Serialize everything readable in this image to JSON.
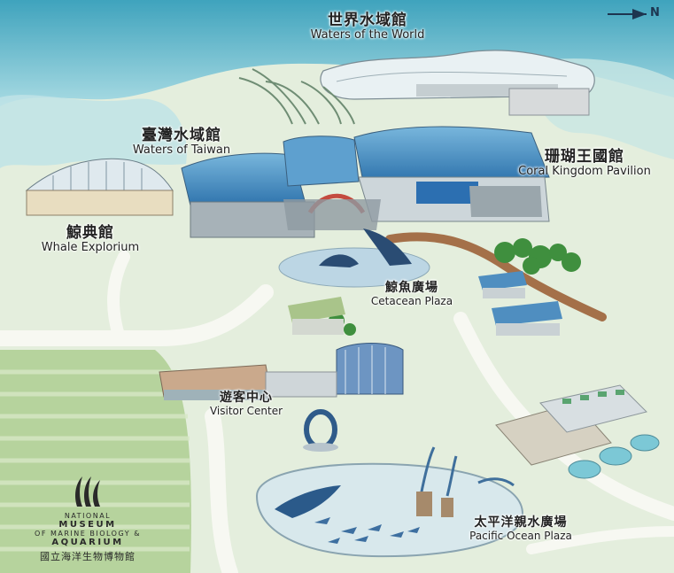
{
  "map": {
    "compass": {
      "label": "N"
    },
    "areas": [
      {
        "id": "waters-of-the-world",
        "zh": "世界水域館",
        "en": "Waters of the World"
      },
      {
        "id": "waters-of-taiwan",
        "zh": "臺灣水域館",
        "en": "Waters of Taiwan"
      },
      {
        "id": "coral-kingdom-pavilion",
        "zh": "珊瑚王國館",
        "en": "Coral Kingdom Pavilion"
      },
      {
        "id": "whale-explorium",
        "zh": "鯨典館",
        "en": "Whale Explorium"
      },
      {
        "id": "cetacean-plaza",
        "zh": "鯨魚廣場",
        "en": "Cetacean Plaza"
      },
      {
        "id": "visitor-center",
        "zh": "遊客中心",
        "en": "Visitor Center"
      },
      {
        "id": "pacific-ocean-plaza",
        "zh": "太平洋親水廣場",
        "en": "Pacific Ocean Plaza"
      }
    ],
    "logo": {
      "line1": "NATIONAL",
      "line2": "MUSEUM",
      "line3": "OF MARINE BIOLOGY &",
      "line4": "AQUARIUM",
      "line5": "國立海洋生物博物館"
    },
    "colors": {
      "sea": "#5fb8cc",
      "sea_light": "#a9dbe3",
      "land": "#dcebd9",
      "road": "#f6f8f3",
      "lawn": "#a9c98f",
      "roof_blue": "#4f93c4",
      "tree": "#3f8f3e",
      "path_brown": "#9c6a45"
    }
  }
}
